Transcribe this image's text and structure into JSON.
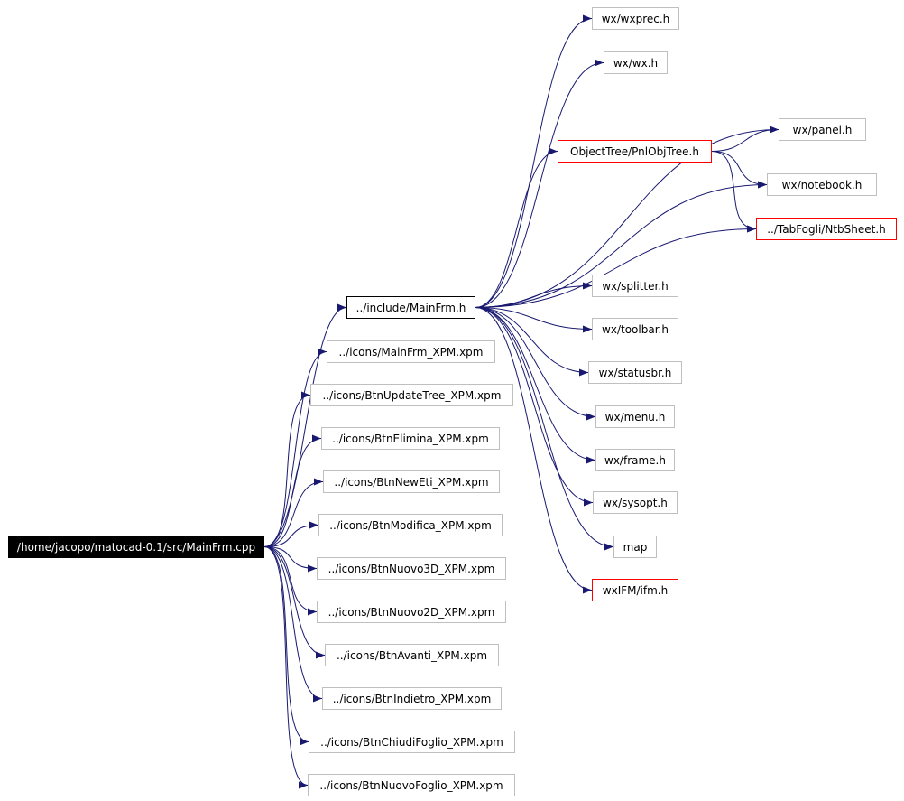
{
  "colors": {
    "edge": "#191970",
    "node_border": "#bfbfbf",
    "node_border_unresolved": "#ff0000",
    "node_border_focus": "#000000",
    "root_bg": "#000000",
    "root_text": "#ffffff"
  },
  "nodes": {
    "root": "/home/jacopo/matocad-0.1/src/MainFrm.cpp",
    "main_frm_h": "../include/MainFrm.h",
    "mainfrm_xpm": "../icons/MainFrm_XPM.xpm",
    "btn_update_tree": "../icons/BtnUpdateTree_XPM.xpm",
    "btn_elimina": "../icons/BtnElimina_XPM.xpm",
    "btn_new_eti": "../icons/BtnNewEti_XPM.xpm",
    "btn_modifica": "../icons/BtnModifica_XPM.xpm",
    "btn_nuovo3d": "../icons/BtnNuovo3D_XPM.xpm",
    "btn_nuovo2d": "../icons/BtnNuovo2D_XPM.xpm",
    "btn_avanti": "../icons/BtnAvanti_XPM.xpm",
    "btn_indietro": "../icons/BtnIndietro_XPM.xpm",
    "btn_chiudi_foglio": "../icons/BtnChiudiFoglio_XPM.xpm",
    "btn_nuovo_foglio": "../icons/BtnNuovoFoglio_XPM.xpm",
    "wxprec": "wx/wxprec.h",
    "wx": "wx/wx.h",
    "panel": "wx/panel.h",
    "pnlobjtree": "ObjectTree/PnlObjTree.h",
    "notebook": "wx/notebook.h",
    "ntbsheet": "../TabFogli/NtbSheet.h",
    "splitter": "wx/splitter.h",
    "toolbar": "wx/toolbar.h",
    "statusbr": "wx/statusbr.h",
    "menu": "wx/menu.h",
    "frame": "wx/frame.h",
    "sysopt": "wx/sysopt.h",
    "map": "map",
    "ifm": "wxIFM/ifm.h"
  },
  "edges": [
    [
      "root",
      "main_frm_h"
    ],
    [
      "root",
      "mainfrm_xpm"
    ],
    [
      "root",
      "btn_update_tree"
    ],
    [
      "root",
      "btn_elimina"
    ],
    [
      "root",
      "btn_new_eti"
    ],
    [
      "root",
      "btn_modifica"
    ],
    [
      "root",
      "btn_nuovo3d"
    ],
    [
      "root",
      "btn_nuovo2d"
    ],
    [
      "root",
      "btn_avanti"
    ],
    [
      "root",
      "btn_indietro"
    ],
    [
      "root",
      "btn_chiudi_foglio"
    ],
    [
      "root",
      "btn_nuovo_foglio"
    ],
    [
      "main_frm_h",
      "wxprec"
    ],
    [
      "main_frm_h",
      "wx"
    ],
    [
      "main_frm_h",
      "panel"
    ],
    [
      "main_frm_h",
      "pnlobjtree"
    ],
    [
      "main_frm_h",
      "notebook"
    ],
    [
      "main_frm_h",
      "ntbsheet"
    ],
    [
      "main_frm_h",
      "splitter"
    ],
    [
      "main_frm_h",
      "toolbar"
    ],
    [
      "main_frm_h",
      "statusbr"
    ],
    [
      "main_frm_h",
      "menu"
    ],
    [
      "main_frm_h",
      "frame"
    ],
    [
      "main_frm_h",
      "sysopt"
    ],
    [
      "main_frm_h",
      "map"
    ],
    [
      "main_frm_h",
      "ifm"
    ],
    [
      "pnlobjtree",
      "panel"
    ],
    [
      "pnlobjtree",
      "notebook"
    ],
    [
      "pnlobjtree",
      "ntbsheet"
    ]
  ]
}
